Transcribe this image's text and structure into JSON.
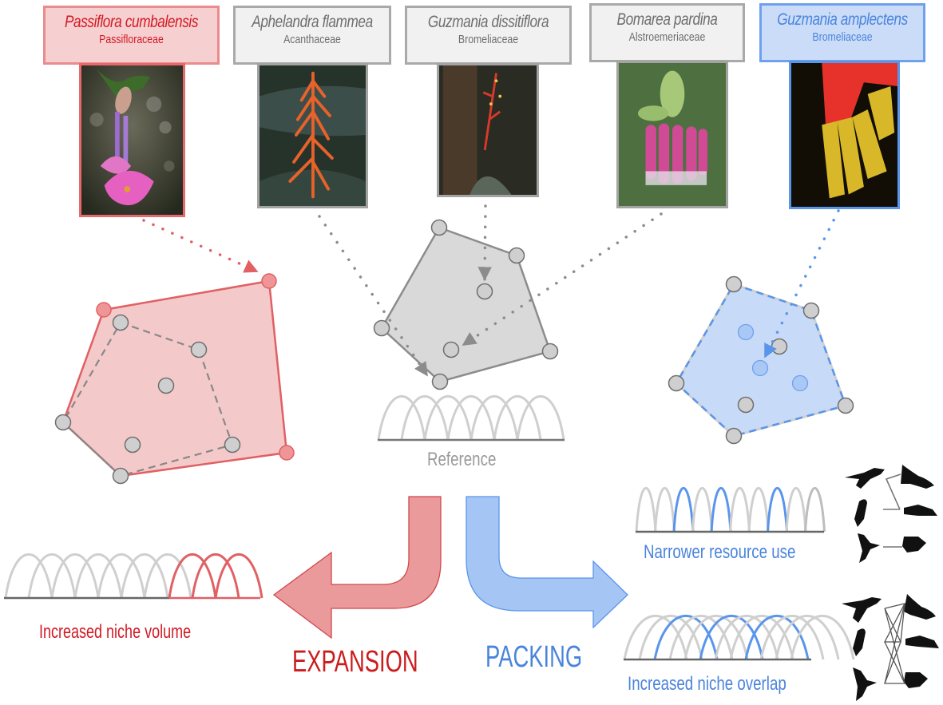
{
  "colors": {
    "red": "#e06064",
    "red_fill": "#f4c9ca",
    "red_text": "#d21a24",
    "blue": "#5a95ec",
    "blue_fill": "#c7dbf8",
    "blue_text": "#4a84dc",
    "gray": "#8c8c8c",
    "gray_fill": "#d9d9d9",
    "gray_text": "#777777",
    "node_fill": "#cfcfcf",
    "node_stroke": "#6f6f6f"
  },
  "species": [
    {
      "name": "Passiflora cumbalensis",
      "family": "Passifloraceae",
      "theme": "red",
      "photo": "pink-passion-flower"
    },
    {
      "name": "Aphelandra flammea",
      "family": "Acanthaceae",
      "theme": "gray",
      "photo": "orange-flame-spike"
    },
    {
      "name": "Guzmania dissitiflora",
      "family": "Bromeliaceae",
      "theme": "gray",
      "photo": "red-bromeliad-on-trunk"
    },
    {
      "name": "Bomarea pardina",
      "family": "Alstroemeriaceae",
      "theme": "gray",
      "photo": "pink-tubular-cluster"
    },
    {
      "name": "Guzmania amplectens",
      "family": "Bromeliaceae",
      "theme": "blue",
      "photo": "red-yellow-bromeliad"
    }
  ],
  "reference": {
    "label": "Reference"
  },
  "expansion": {
    "title": "EXPANSION",
    "caption": "Increased niche volume"
  },
  "packing": {
    "title": "PACKING",
    "caption_narrow": "Narrower resource use",
    "caption_overlap": "Increased niche overlap"
  },
  "hummingbird_network_icons": [
    "hummingbird-silhouette-icon",
    "network-links-icon"
  ]
}
